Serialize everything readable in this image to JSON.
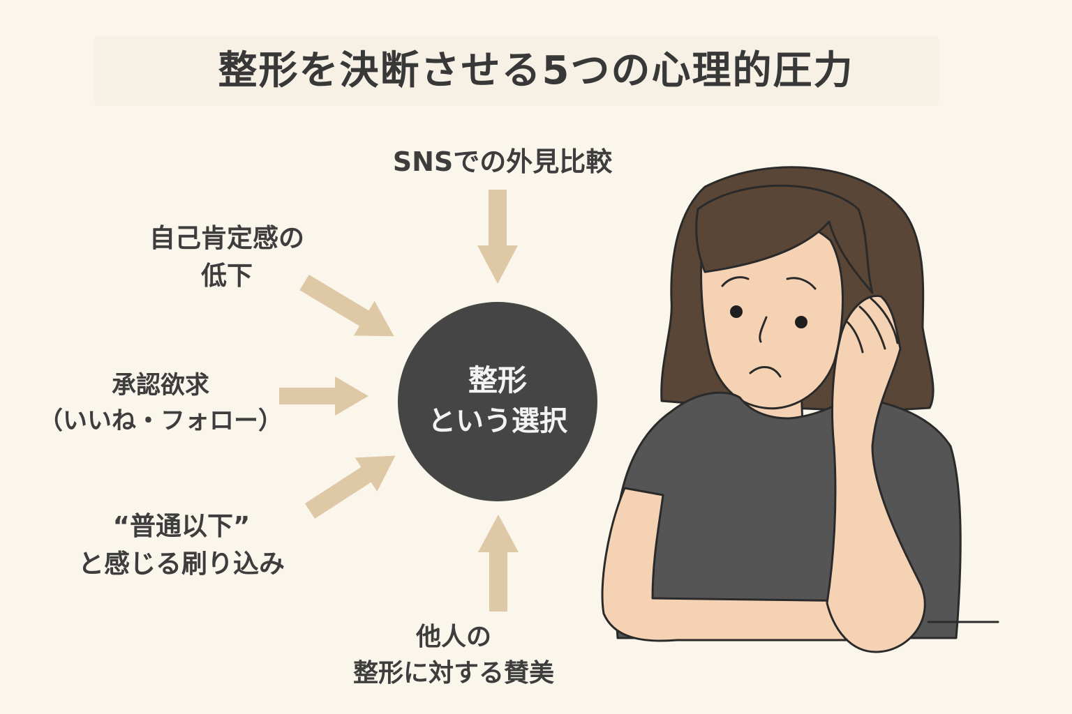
{
  "title": "整形を決断させる5つの心理的圧力",
  "center": {
    "line1": "整形",
    "line2": "という選択"
  },
  "factors": {
    "top": [
      "SNSでの外見比較"
    ],
    "left1": [
      "自己肯定感の",
      "低下"
    ],
    "left2": [
      "承認欲求",
      "（いいね・フォロー）"
    ],
    "left3": [
      "“普通以下”",
      "と感じる刷り込み"
    ],
    "bottom": [
      "他人の",
      "整形に対する賛美"
    ]
  },
  "colors": {
    "background": "#fbf6ec",
    "arrow": "#dfc8a6",
    "circle": "#454545",
    "hair": "#5a4636",
    "skin": "#f6d2b4",
    "shirt": "#555555"
  },
  "icons": [
    "arrow-down-icon",
    "arrow-diagonal-down-right-icon",
    "arrow-right-icon",
    "arrow-diagonal-up-right-icon",
    "arrow-up-icon",
    "worried-woman-illustration"
  ]
}
